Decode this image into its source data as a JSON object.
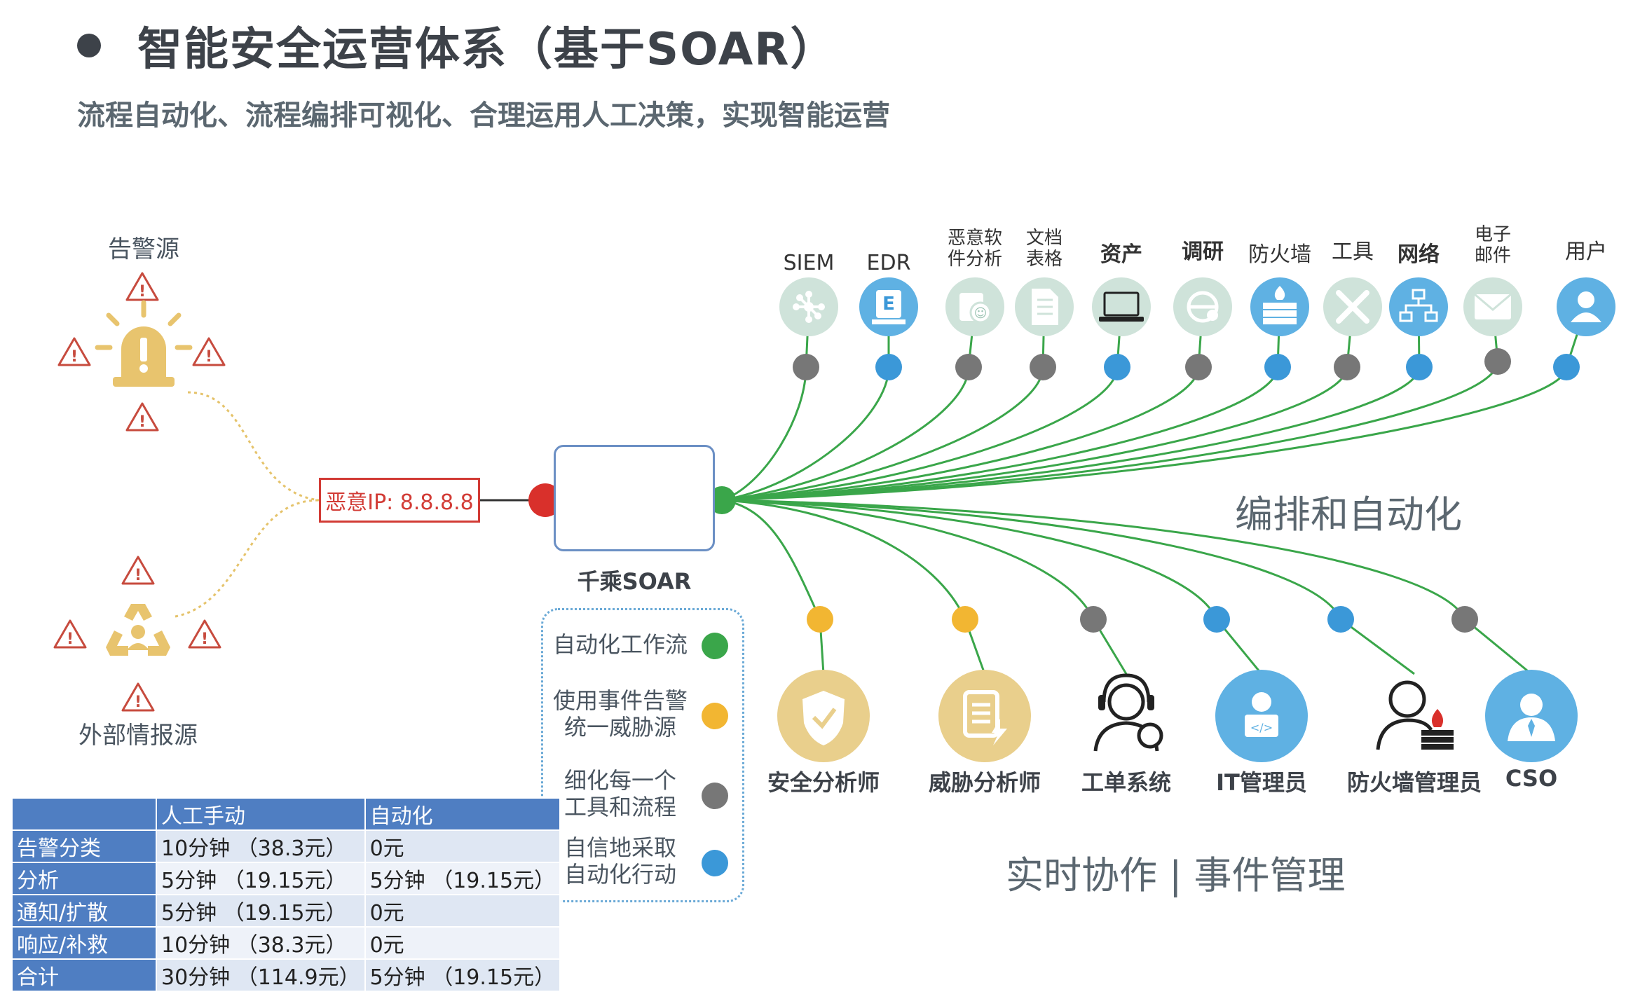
{
  "header": {
    "title": "智能安全运营体系（基于SOAR）",
    "subtitle": "流程自动化、流程编排可视化、合理运用人工决策，实现智能运营"
  },
  "sources": {
    "alert_label": "告警源",
    "intel_label": "外部情报源"
  },
  "ip_box": "恶意IP: 8.8.8.8",
  "soar_label": "千乘SOAR",
  "tools": [
    {
      "label": "SIEM",
      "icon": "network-hub-icon",
      "dot": "#777777",
      "tint": "#cfe3da"
    },
    {
      "label": "EDR",
      "icon": "endpoint-icon",
      "dot": "#3b98d8",
      "tint": "#5fb1e3"
    },
    {
      "label": "恶意软\n件分析",
      "icon": "malware-icon",
      "dot": "#777777",
      "tint": "#cfe3da"
    },
    {
      "label": "文档\n表格",
      "icon": "document-icon",
      "dot": "#777777",
      "tint": "#cfe3da"
    },
    {
      "label": "资产",
      "icon": "laptop-icon",
      "dot": "#3b98d8",
      "tint": "#cfe3da"
    },
    {
      "label": "调研",
      "icon": "browser-icon",
      "dot": "#777777",
      "tint": "#cfe3da"
    },
    {
      "label": "防火墙",
      "icon": "firewall-icon",
      "dot": "#3b98d8",
      "tint": "#5fb1e3"
    },
    {
      "label": "工具",
      "icon": "tools-icon",
      "dot": "#777777",
      "tint": "#cfe3da"
    },
    {
      "label": "网络",
      "icon": "network-icon",
      "dot": "#3b98d8",
      "tint": "#5fb1e3"
    },
    {
      "label": "电子\n邮件",
      "icon": "email-icon",
      "dot": "#777777",
      "tint": "#cfe3da"
    },
    {
      "label": "用户",
      "icon": "user-icon",
      "dot": "#3b98d8",
      "tint": "#5fb1e3"
    }
  ],
  "orchestration_label": "编排和自动化",
  "roles": [
    {
      "label": "安全分析师",
      "icon": "shield-check-icon",
      "dot": "#f2b632"
    },
    {
      "label": "威胁分析师",
      "icon": "threat-report-icon",
      "dot": "#f2b632"
    },
    {
      "label": "工单系统",
      "icon": "support-agent-icon",
      "dot": "#777777"
    },
    {
      "label": "IT管理员",
      "icon": "it-admin-icon",
      "dot": "#3b98d8"
    },
    {
      "label": "防火墙管理员",
      "icon": "firewall-admin-icon",
      "dot": "#3b98d8"
    },
    {
      "label": "CSO",
      "icon": "executive-icon",
      "dot": "#777777"
    }
  ],
  "collaboration_label": "实时协作 | 事件管理",
  "legend": [
    {
      "label": "自动化工作流",
      "color": "#3aa64a"
    },
    {
      "label": "使用事件告警\n统一威胁源",
      "color": "#f2b632"
    },
    {
      "label": "细化每一个\n工具和流程",
      "color": "#777777"
    },
    {
      "label": "自信地采取\n自动化行动",
      "color": "#3b98d8"
    }
  ],
  "cost_table": {
    "headers": [
      "",
      "人工手动",
      "自动化"
    ],
    "rows": [
      [
        "告警分类",
        "10分钟 （38.3元）",
        "0元"
      ],
      [
        "分析",
        "5分钟 （19.15元）",
        "5分钟 （19.15元）"
      ],
      [
        "通知/扩散",
        "5分钟 （19.15元）",
        "0元"
      ],
      [
        "响应/补救",
        "10分钟 （38.3元）",
        "0元"
      ],
      [
        "合计",
        "30分钟 （114.9元）",
        "5分钟 （19.15元）"
      ]
    ]
  },
  "colors": {
    "line_green": "#3aa64a",
    "alert_red": "#d23b35",
    "warning_gold": "#e5c36b",
    "table_blue": "#4f7ec2"
  }
}
